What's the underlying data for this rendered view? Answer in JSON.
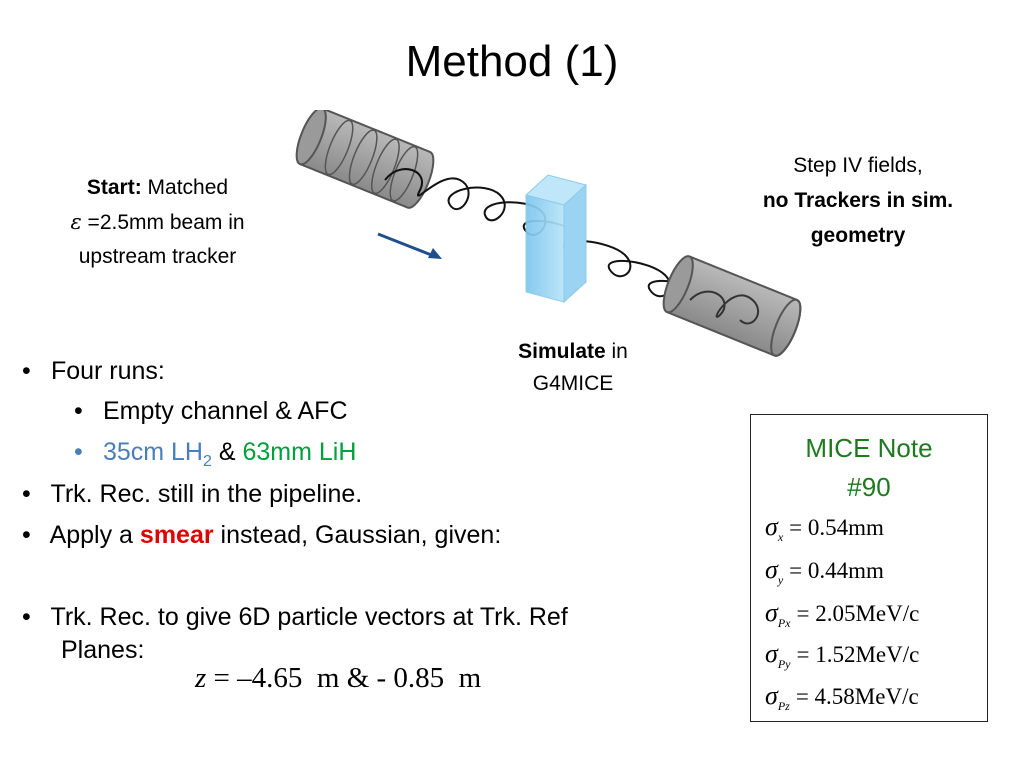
{
  "title": "Method (1)",
  "start_caption": {
    "bold": "Start:",
    "text1": " Matched",
    "eps_symbol": "ε",
    "text2": " =2.5mm beam in",
    "text3": "upstream tracker"
  },
  "stepiv_caption": {
    "line1": "Step IV fields,",
    "line2": "no Trackers in sim.",
    "line3": "geometry"
  },
  "simulate_caption": {
    "bold": "Simulate",
    "text1": " in",
    "line2": "G4MICE"
  },
  "bullets": {
    "bullet_symbol": "•",
    "b1": "Four runs:",
    "b1a": "Empty channel & AFC",
    "b1b_lh2": "35cm LH",
    "b1b_lh2_sub": "2",
    "b1b_amp": " & ",
    "b1b_lih": "63mm LiH",
    "b2": "Trk. Rec. still in the pipeline.",
    "b3_pre": "Apply a ",
    "b3_smear": "smear",
    "b3_post": " instead, Gaussian, given:",
    "b4_line1": "Trk. Rec. to give 6D particle vectors at Trk. Ref",
    "b4_line2": "Planes:"
  },
  "z_equation": {
    "var": "z",
    "rest": " = –4.65  m & - 0.85  m"
  },
  "mice_note": {
    "title_line1": "MICE Note",
    "title_line2": "#90",
    "sigma": "σ",
    "equations": [
      {
        "sub": "x",
        "value": "= 0.54mm"
      },
      {
        "sub": "y",
        "value": "= 0.44mm"
      },
      {
        "sub": "Px",
        "value": "= 2.05MeV/c"
      },
      {
        "sub": "Py",
        "value": "= 1.52MeV/c"
      },
      {
        "sub": "Pz",
        "value": "= 4.58MeV/c"
      }
    ]
  },
  "colors": {
    "blue_text": "#4a7ebb",
    "green_text": "#00a03c",
    "red_text": "#e00000",
    "note_title": "#1e7a1e",
    "tracker_gray": "#8c8c8c",
    "absorber_blue": "#8fd0f2",
    "arrow_blue": "#1f4e8c"
  }
}
